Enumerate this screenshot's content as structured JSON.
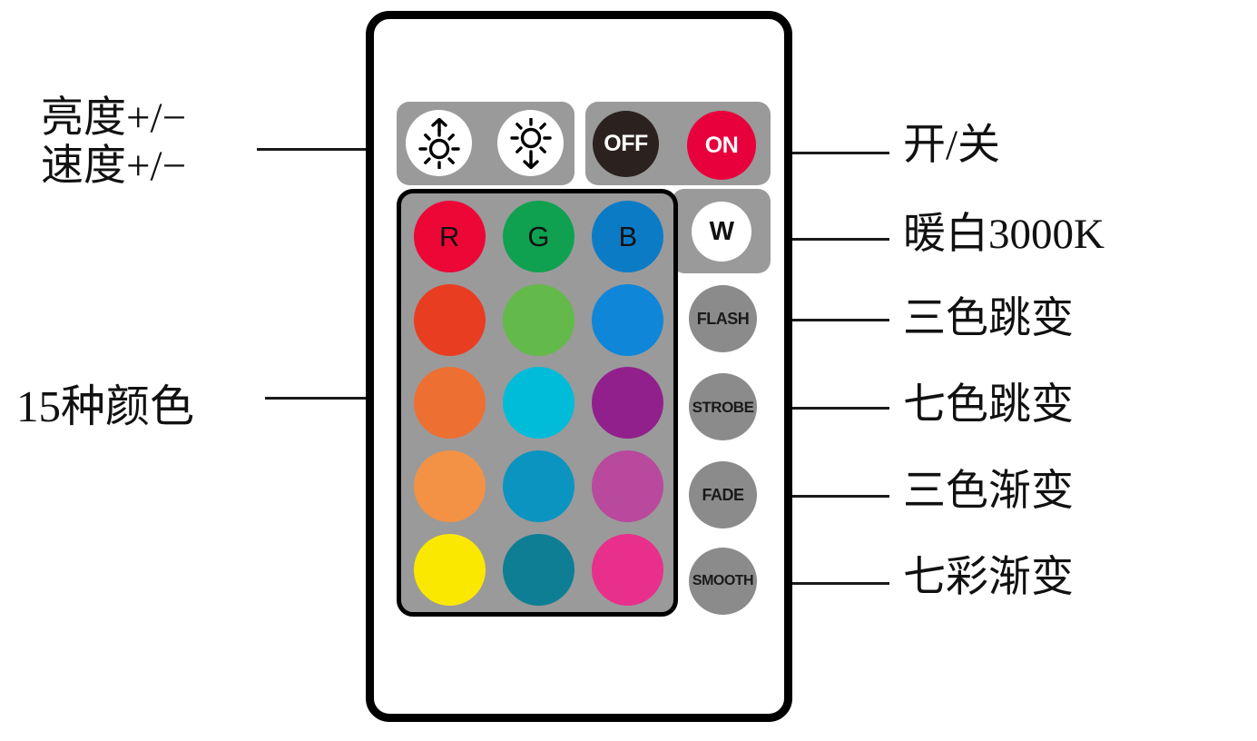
{
  "device": {
    "name": "RGB LED Remote Control",
    "body_color": "#ffffff",
    "outline_color": "#000000",
    "panel_color": "#9a9a9a"
  },
  "top_panel": {
    "brightness_buttons": [
      {
        "name": "brightness-up",
        "icon": "sun-up-icon",
        "bg": "#ffffff"
      },
      {
        "name": "brightness-down",
        "icon": "sun-down-icon",
        "bg": "#ffffff"
      }
    ],
    "power_buttons": [
      {
        "name": "off-button",
        "label": "OFF",
        "bg": "#2b211f",
        "fg": "#ffffff"
      },
      {
        "name": "on-button",
        "label": "ON",
        "bg": "#e8003c",
        "fg": "#ffffff"
      }
    ]
  },
  "white_button": {
    "label": "W",
    "bg": "#ffffff",
    "fg": "#111111"
  },
  "mode_buttons": [
    {
      "label": "FLASH",
      "bg": "#8b8b8b"
    },
    {
      "label": "STROBE",
      "bg": "#8b8b8b"
    },
    {
      "label": "FADE",
      "bg": "#8b8b8b"
    },
    {
      "label": "SMOOTH",
      "bg": "#8b8b8b"
    }
  ],
  "color_grid": {
    "rows": 5,
    "cols": 3,
    "swatches": [
      {
        "label": "R",
        "color": "#ec0737"
      },
      {
        "label": "G",
        "color": "#0fa150"
      },
      {
        "label": "B",
        "color": "#0c7bc6"
      },
      {
        "label": "",
        "color": "#e93d22"
      },
      {
        "label": "",
        "color": "#63b council"
      },
      {
        "label": "",
        "color": "#0f86d8"
      },
      {
        "label": "",
        "color": "#ee6f32"
      },
      {
        "label": "",
        "color": "#00bcd8"
      },
      {
        "label": "",
        "color": "#92208c"
      },
      {
        "label": "",
        "color": "#f39244"
      },
      {
        "label": "",
        "color": "#0c94c0"
      },
      {
        "label": "",
        "color": "#b9499c"
      },
      {
        "label": "",
        "color": "#fbe800"
      },
      {
        "label": "",
        "color": "#0d7e93"
      },
      {
        "label": "",
        "color": "#e82f8b"
      }
    ]
  },
  "annotations": {
    "left": {
      "brightness_line1": "亮度+/−",
      "brightness_line2": "速度+/−",
      "colors": "15种颜色"
    },
    "right": {
      "onoff": "开/关",
      "warm_white": "暖白3000K",
      "three_color_jump": "三色跳变",
      "seven_color_jump": "七色跳变",
      "three_color_fade": "三色渐变",
      "seven_color_fade": "七彩渐变"
    }
  }
}
